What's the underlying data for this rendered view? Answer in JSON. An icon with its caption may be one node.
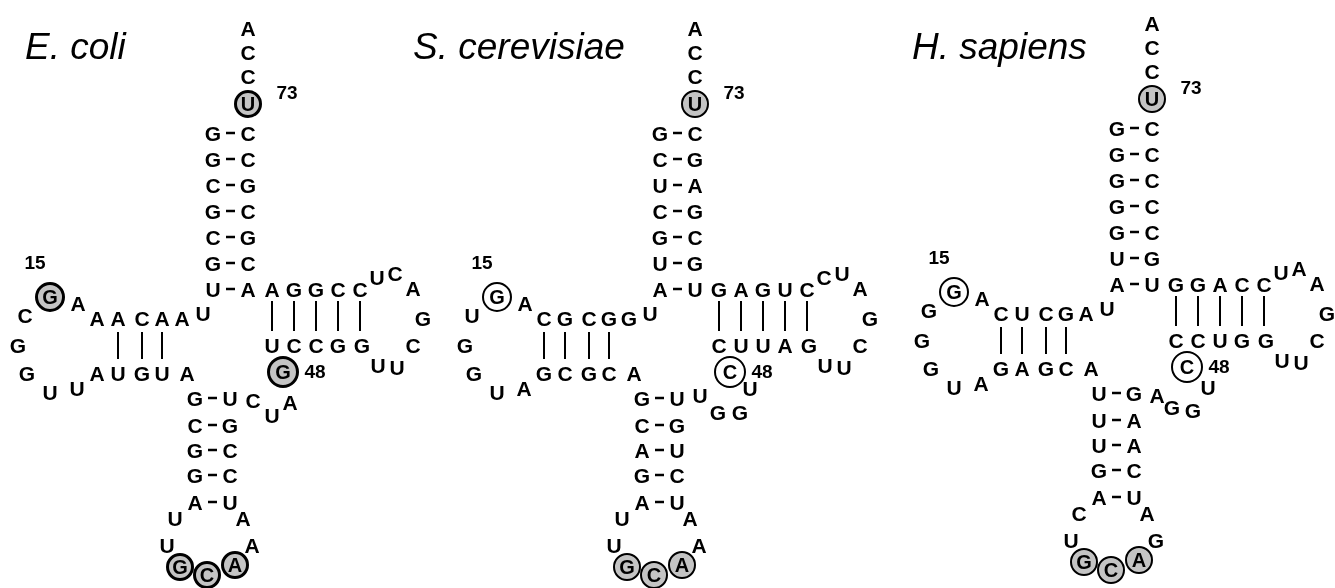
{
  "diagram": {
    "nodes": [
      {
        "text": [
          "U"
        ],
        "beside": [
          "73"
        ]
      },
      {
        "text": [
          "G"
        ],
        "beside": [
          "15"
        ]
      },
      {
        "text": [
          "G"
        ],
        "beside": [
          "48"
        ]
      },
      {
        "text": [
          "G"
        ]
      },
      {
        "text": [
          "C"
        ]
      },
      {
        "text": [
          "A"
        ]
      },
      {
        "text": [
          "U"
        ],
        "beside": [
          "73"
        ]
      },
      {
        "text": [
          "G"
        ],
        "beside": [
          "15"
        ]
      },
      {
        "text": [
          "C"
        ],
        "beside": [
          "48"
        ]
      },
      {
        "text": [
          "G"
        ]
      },
      {
        "text": [
          "C"
        ]
      },
      {
        "text": [
          "A"
        ]
      },
      {
        "text": [
          "U"
        ],
        "beside": [
          "73"
        ]
      },
      {
        "text": [
          "G"
        ],
        "beside": [
          "15"
        ]
      },
      {
        "text": [
          "C"
        ],
        "beside": [
          "48"
        ]
      },
      {
        "text": [
          "G"
        ]
      },
      {
        "text": [
          "C"
        ]
      },
      {
        "text": [
          "A"
        ]
      }
    ],
    "labels": [
      "E. coli",
      "A",
      "C",
      "C",
      "G",
      "C",
      "G",
      "C",
      "C",
      "G",
      "G",
      "C",
      "C",
      "G",
      "G",
      "C",
      "U",
      "A",
      "A",
      "G",
      "G",
      "C",
      "C",
      "U",
      "C",
      "A",
      "G",
      "C",
      "U",
      "U",
      "C",
      "A",
      "A",
      "A",
      "C",
      "A",
      "A",
      "U",
      "G",
      "G",
      "U",
      "U",
      "A",
      "U",
      "G",
      "U",
      "A",
      "U",
      "C",
      "C",
      "G",
      "G",
      "G",
      "U",
      "C",
      "G",
      "G",
      "C",
      "G",
      "C",
      "A",
      "U",
      "C",
      "U",
      "A",
      "U",
      "A",
      "U",
      "A",
      "S. cerevisiae",
      "A",
      "C",
      "C",
      "G",
      "C",
      "C",
      "G",
      "U",
      "A",
      "C",
      "G",
      "G",
      "C",
      "U",
      "G",
      "A",
      "U",
      "G",
      "A",
      "G",
      "U",
      "C",
      "C",
      "U",
      "A",
      "G",
      "C",
      "U",
      "U",
      "U",
      "A",
      "C",
      "G",
      "C",
      "G",
      "G",
      "U",
      "G",
      "G",
      "U",
      "A",
      "G",
      "C",
      "G",
      "C",
      "A",
      "C",
      "U",
      "U",
      "A",
      "G",
      "G",
      "U",
      "C",
      "G",
      "A",
      "U",
      "G",
      "C",
      "A",
      "U",
      "U",
      "G",
      "G",
      "U",
      "U",
      "A",
      "U",
      "A",
      "H. sapiens",
      "A",
      "C",
      "C",
      "G",
      "C",
      "G",
      "C",
      "G",
      "C",
      "G",
      "C",
      "G",
      "C",
      "U",
      "G",
      "A",
      "U",
      "G",
      "G",
      "A",
      "C",
      "C",
      "U",
      "A",
      "A",
      "G",
      "C",
      "U",
      "U",
      "G",
      "A",
      "C",
      "U",
      "C",
      "G",
      "A",
      "U",
      "G",
      "G",
      "U",
      "A",
      "G",
      "A",
      "G",
      "C",
      "A",
      "C",
      "C",
      "U",
      "G",
      "G",
      "U",
      "G",
      "U",
      "A",
      "U",
      "A",
      "G",
      "C",
      "A",
      "U",
      "A",
      "G",
      "G",
      "U",
      "C",
      "A",
      "U",
      "G"
    ]
  }
}
